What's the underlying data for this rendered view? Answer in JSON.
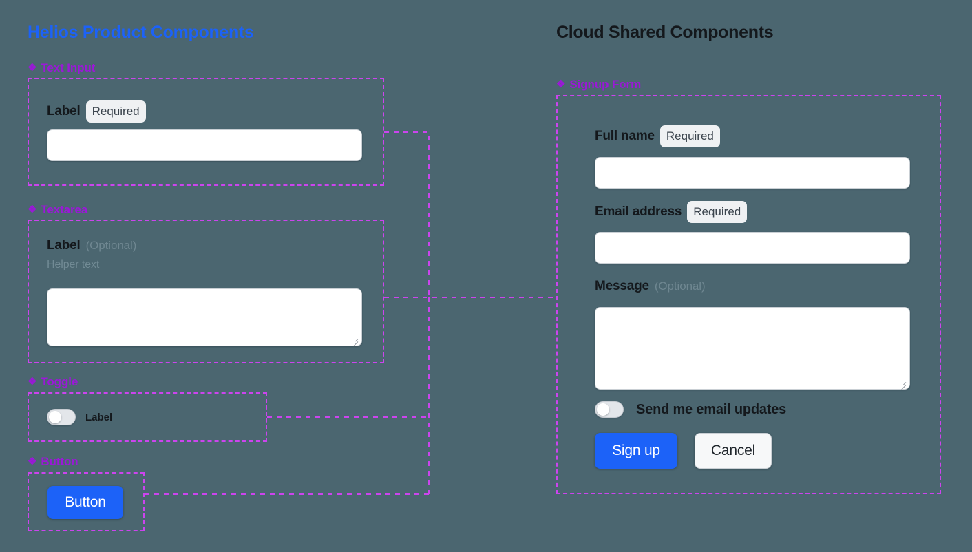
{
  "canvas": {
    "background_color": "#4b6670",
    "accent_blue": "#1c62f8",
    "accent_purple": "#9b18d8",
    "frame_dash_color": "#cc44ee"
  },
  "columns": {
    "left": {
      "title": "Helios Product Components"
    },
    "right": {
      "title": "Cloud Shared Components"
    }
  },
  "sections": {
    "text_input": {
      "label": "Text Input",
      "icon": "diamond-sparkle-icon",
      "field": {
        "label": "Label",
        "badge": "Required",
        "value": "",
        "placeholder": ""
      }
    },
    "textarea": {
      "label": "Textarea",
      "icon": "diamond-sparkle-icon",
      "field": {
        "label": "Label",
        "optional": "(Optional)",
        "helper": "Helper text",
        "value": "",
        "placeholder": ""
      }
    },
    "toggle": {
      "label": "Toggle",
      "icon": "diamond-sparkle-icon",
      "field": {
        "label": "Label",
        "state": "off"
      }
    },
    "button": {
      "label": "Button",
      "icon": "diamond-sparkle-icon",
      "field": {
        "label": "Button"
      }
    },
    "signup_form": {
      "label": "Signup Form",
      "icon": "diamond-sparkle-icon",
      "fields": {
        "full_name": {
          "label": "Full name",
          "badge": "Required",
          "value": "",
          "placeholder": ""
        },
        "email": {
          "label": "Email address",
          "badge": "Required",
          "value": "",
          "placeholder": ""
        },
        "message": {
          "label": "Message",
          "optional": "(Optional)",
          "value": "",
          "placeholder": ""
        },
        "updates_toggle": {
          "label": "Send me email updates",
          "state": "off"
        }
      },
      "actions": {
        "submit": "Sign up",
        "cancel": "Cancel"
      }
    }
  },
  "icons": {
    "diamond": "❖"
  }
}
